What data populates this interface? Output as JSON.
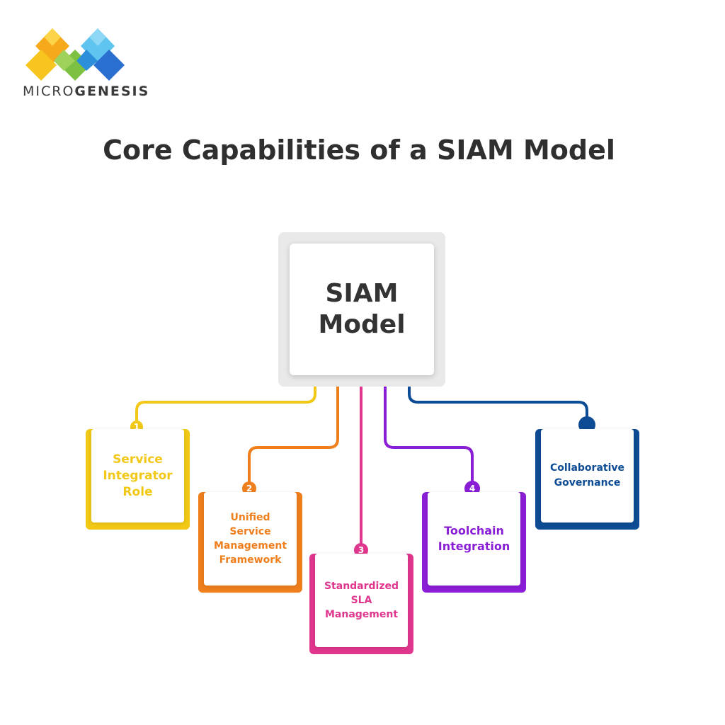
{
  "brand": {
    "name_light": "MICRO",
    "name_bold": "GENESIS",
    "colors": {
      "yellow": "#f2b318",
      "green": "#7cc142",
      "blue": "#2b8fd9",
      "lightblue": "#5fc4ef"
    }
  },
  "title": "Core Capabilities of a SIAM Model",
  "center": {
    "line1": "SIAM",
    "line2": "Model"
  },
  "capabilities": [
    {
      "number": "1",
      "label": "Service\nIntegrator\nRole",
      "color": "#f2c816"
    },
    {
      "number": "2",
      "label": "Unified\nService\nManagement\nFramework",
      "color": "#ef7e1c"
    },
    {
      "number": "3",
      "label": "Standardized\nSLA\nManagement",
      "color": "#e0368d"
    },
    {
      "number": "4",
      "label": "Toolchain\nIntegration",
      "color": "#8a1ed6"
    },
    {
      "number": "",
      "label": "Collaborative\nGovernance",
      "color": "#0d4c94"
    }
  ]
}
